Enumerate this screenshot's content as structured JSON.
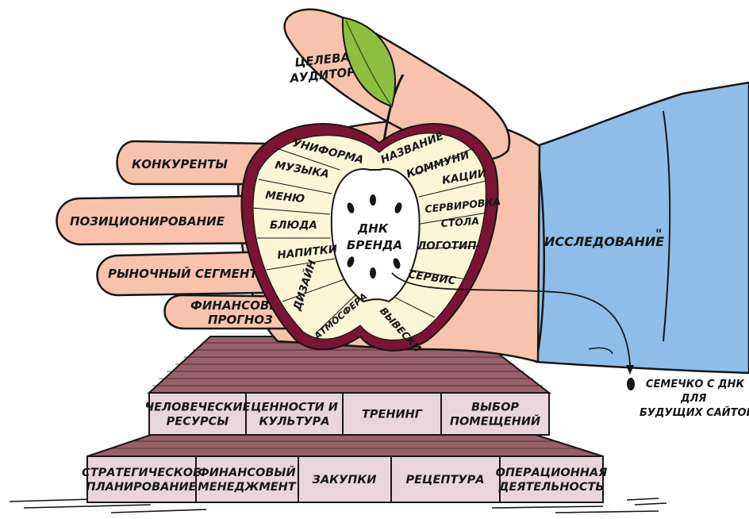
{
  "colors": {
    "hand": "#f7c3ad",
    "sleeve": "#8fbde8",
    "apple_skin": "#7b1433",
    "apple_flesh": "#fbf7d6",
    "apple_core": "#ffffff",
    "leaf": "#8dbf42",
    "wood": "#98606b",
    "block": "#e8d6dc",
    "ink": "#161616"
  },
  "icons": [
    "leaf-icon",
    "apple-icon",
    "seed-icon",
    "hand-icon",
    "sleeve-icon"
  ],
  "hand": {
    "thumb_label": [
      "ЦЕЛЕВАЯ",
      "АУДИТОРИЯ"
    ],
    "fingers": [
      "КОНКУРЕНТЫ",
      "ПОЗИЦИОНИРОВАНИЕ",
      "РЫНОЧНЫЙ СЕГМЕНТ"
    ],
    "pinky_label": [
      "ФИНАНСОВЫЙ",
      "ПРОГНОЗ"
    ],
    "sleeve_label": "ИССЛЕДОВАНИЕ",
    "sleeve_mark": "\""
  },
  "apple": {
    "core_label": [
      "ДНК",
      "БРЕНДА"
    ],
    "left_items": [
      "УНИФОРМА",
      "МУЗЫКА",
      "МЕНЮ",
      "БЛЮДА",
      "НАПИТКИ",
      "ДИЗАЙН",
      "АТМОСФЕРА"
    ],
    "right_items": [
      "НАЗВАНИЕ",
      "КОММУНИ",
      "КАЦИИ",
      "СЕРВИРОВКА",
      "СТОЛА",
      "ЛОГОТИП",
      "СЕРВИС",
      "ВЫВЕСКИ"
    ]
  },
  "seed_note": [
    "СЕМЕЧКО С ДНК",
    "ДЛЯ",
    "БУДУЩИХ САЙТОВ"
  ],
  "upper_tier": [
    [
      "ЧЕЛОВЕЧЕСКИЕ",
      "РЕСУРСЫ"
    ],
    [
      "ЦЕННОСТИ И",
      "КУЛЬТУРА"
    ],
    [
      "ТРЕНИНГ"
    ],
    [
      "ВЫБОР",
      "ПОМЕЩЕНИЙ"
    ]
  ],
  "lower_tier": [
    [
      "СТРАТЕГИЧЕСКОЕ",
      "ПЛАНИРОВАНИЕ"
    ],
    [
      "ФИНАНСОВЫЙ",
      "МЕНЕДЖМЕНТ"
    ],
    [
      "ЗАКУПКИ"
    ],
    [
      "РЕЦЕПТУРА"
    ],
    [
      "ОПЕРАЦИОННАЯ",
      "ДЕЯТЕЛЬНОСТЬ"
    ]
  ]
}
